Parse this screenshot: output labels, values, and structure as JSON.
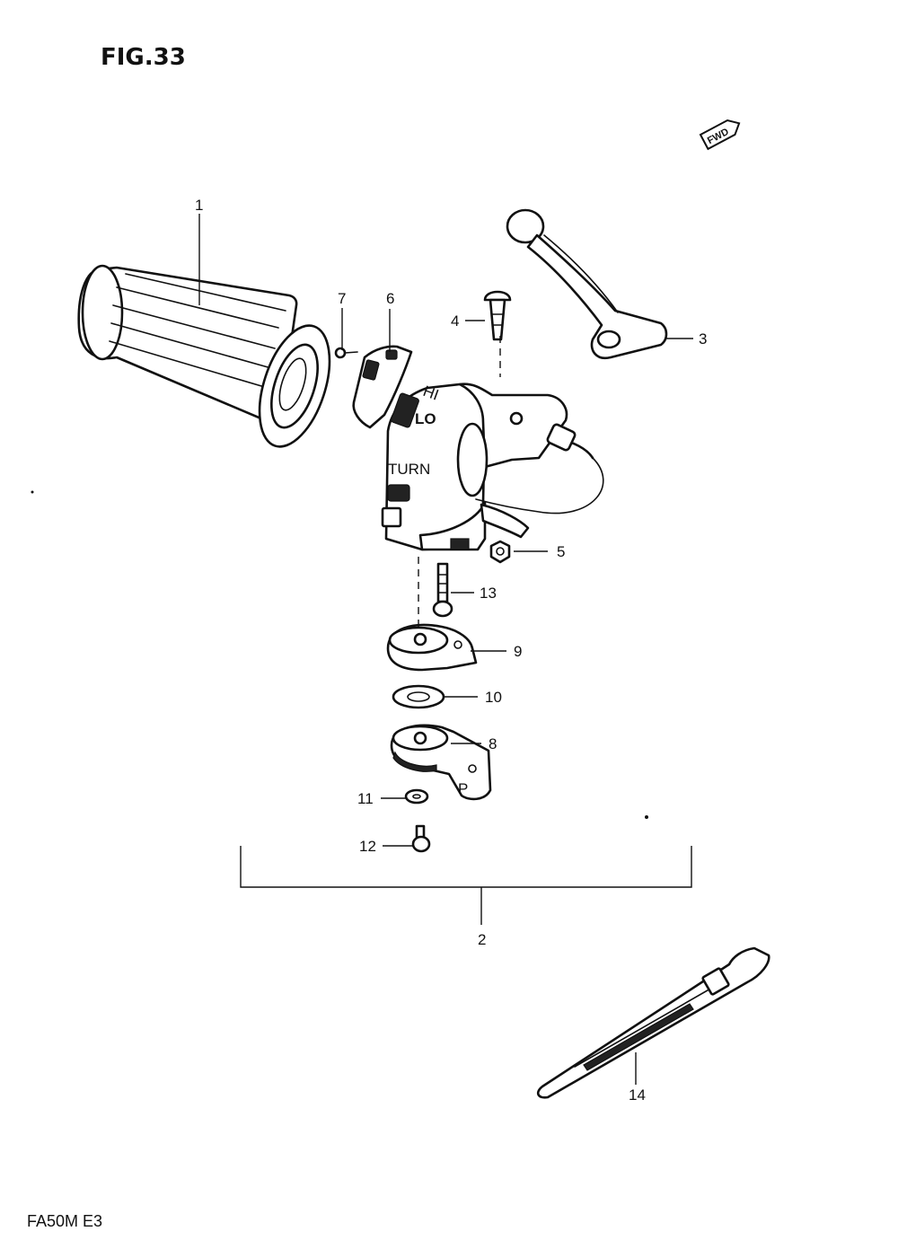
{
  "figure": {
    "title": "FIG.33",
    "model_code": "FA50M E3",
    "direction_badge": "FWD"
  },
  "switch_text": {
    "dimmer_small": "HI",
    "dimmer_lo": "LO",
    "turn": "TURN"
  },
  "parts": [
    {
      "ref": "1",
      "icon": "handlebar-grip-icon"
    },
    {
      "ref": "2",
      "icon": "switch-assembly-bracket"
    },
    {
      "ref": "3",
      "icon": "brake-lever-icon"
    },
    {
      "ref": "4",
      "icon": "pivot-bolt-icon"
    },
    {
      "ref": "5",
      "icon": "nut-icon"
    },
    {
      "ref": "6",
      "icon": "switch-cover-icon"
    },
    {
      "ref": "7",
      "icon": "screw-icon"
    },
    {
      "ref": "8",
      "icon": "lower-case-icon"
    },
    {
      "ref": "9",
      "icon": "clamp-icon"
    },
    {
      "ref": "10",
      "icon": "washer-icon"
    },
    {
      "ref": "11",
      "icon": "washer-icon"
    },
    {
      "ref": "12",
      "icon": "screw-icon"
    },
    {
      "ref": "13",
      "icon": "screw-icon"
    },
    {
      "ref": "14",
      "icon": "cable-tie-icon"
    }
  ]
}
